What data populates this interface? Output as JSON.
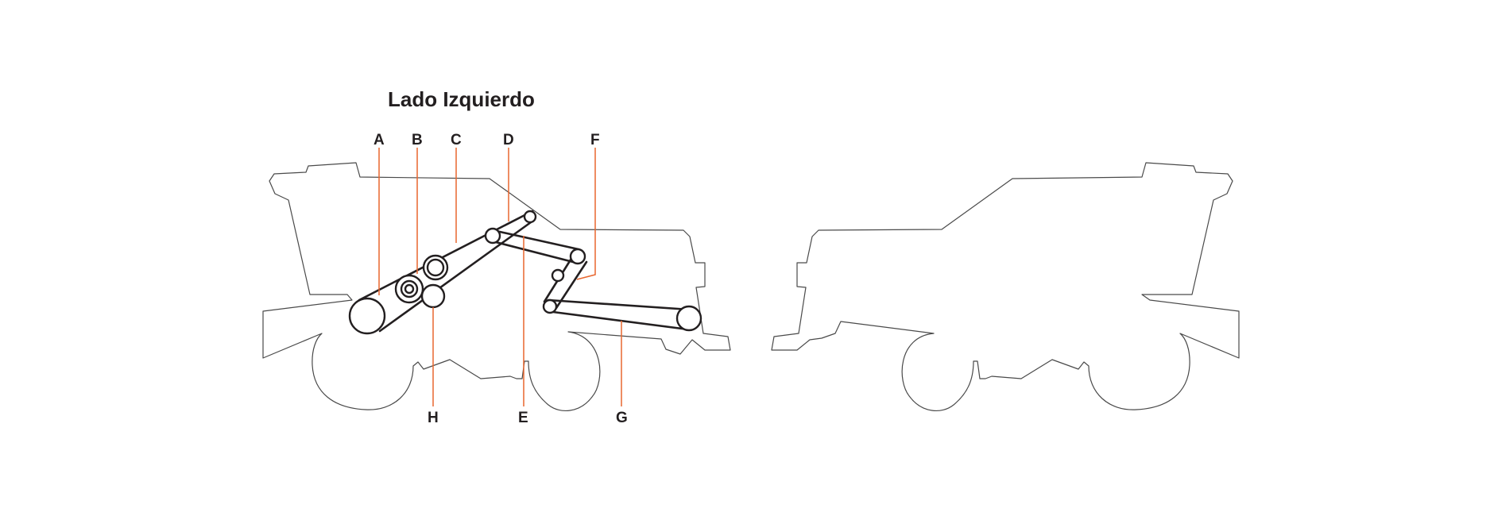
{
  "title": "Lado Izquierdo",
  "callouts": {
    "A": "A",
    "B": "B",
    "C": "C",
    "D": "D",
    "E": "E",
    "F": "F",
    "G": "G",
    "H": "H"
  },
  "colors": {
    "leader": "#e8672f",
    "belt": "#231f20",
    "outline": "#4a4a4a",
    "text": "#231f20"
  }
}
